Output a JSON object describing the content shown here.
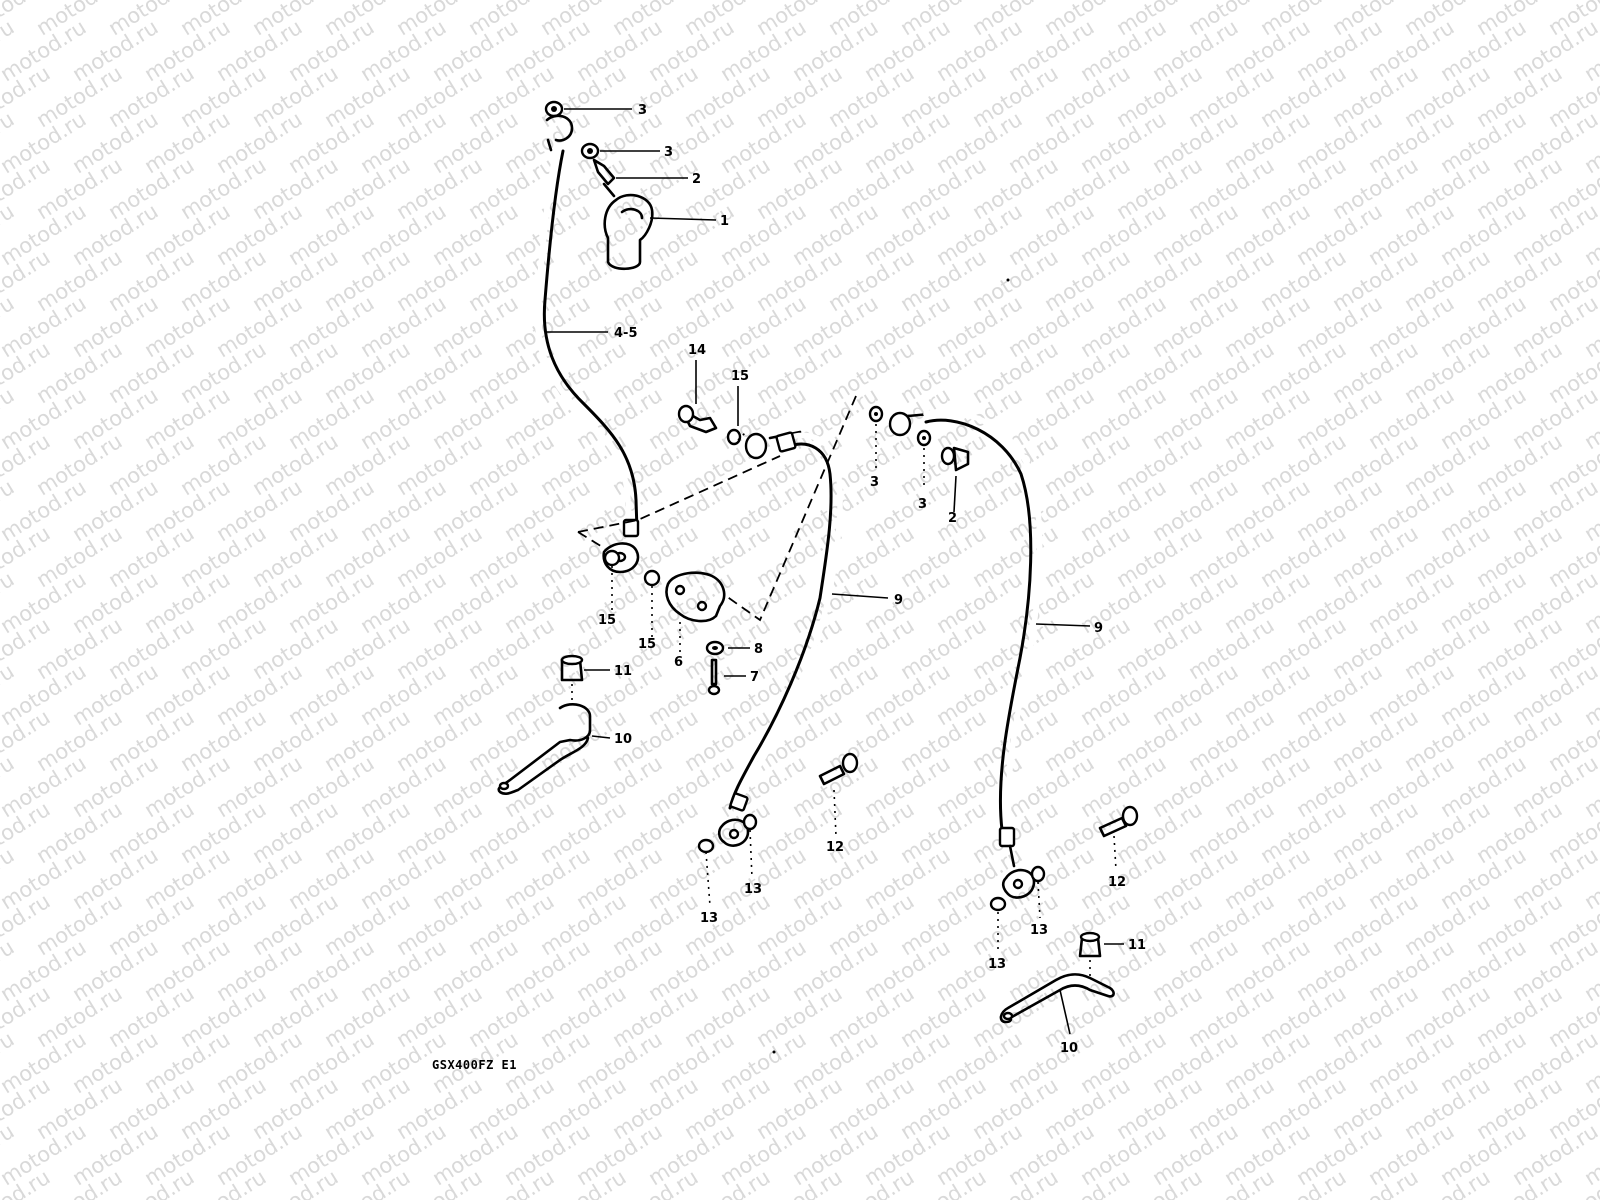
{
  "watermark": {
    "text": "motod.ru",
    "color": "#d9d9d9"
  },
  "callouts": {
    "c1": "1",
    "c2a": "2",
    "c2b": "2",
    "c3a": "3",
    "c3b": "3",
    "c3c": "3",
    "c3d": "3",
    "c45": "4-5",
    "c6": "6",
    "c7": "7",
    "c8": "8",
    "c9a": "9",
    "c9b": "9",
    "c10a": "10",
    "c10b": "10",
    "c11a": "11",
    "c11b": "11",
    "c12a": "12",
    "c12b": "12",
    "c13a": "13",
    "c13b": "13",
    "c13c": "13",
    "c13d": "13",
    "c14": "14",
    "c15a": "15",
    "c15b": "15",
    "c15c": "15"
  },
  "caption": "GSX400FZ E1"
}
